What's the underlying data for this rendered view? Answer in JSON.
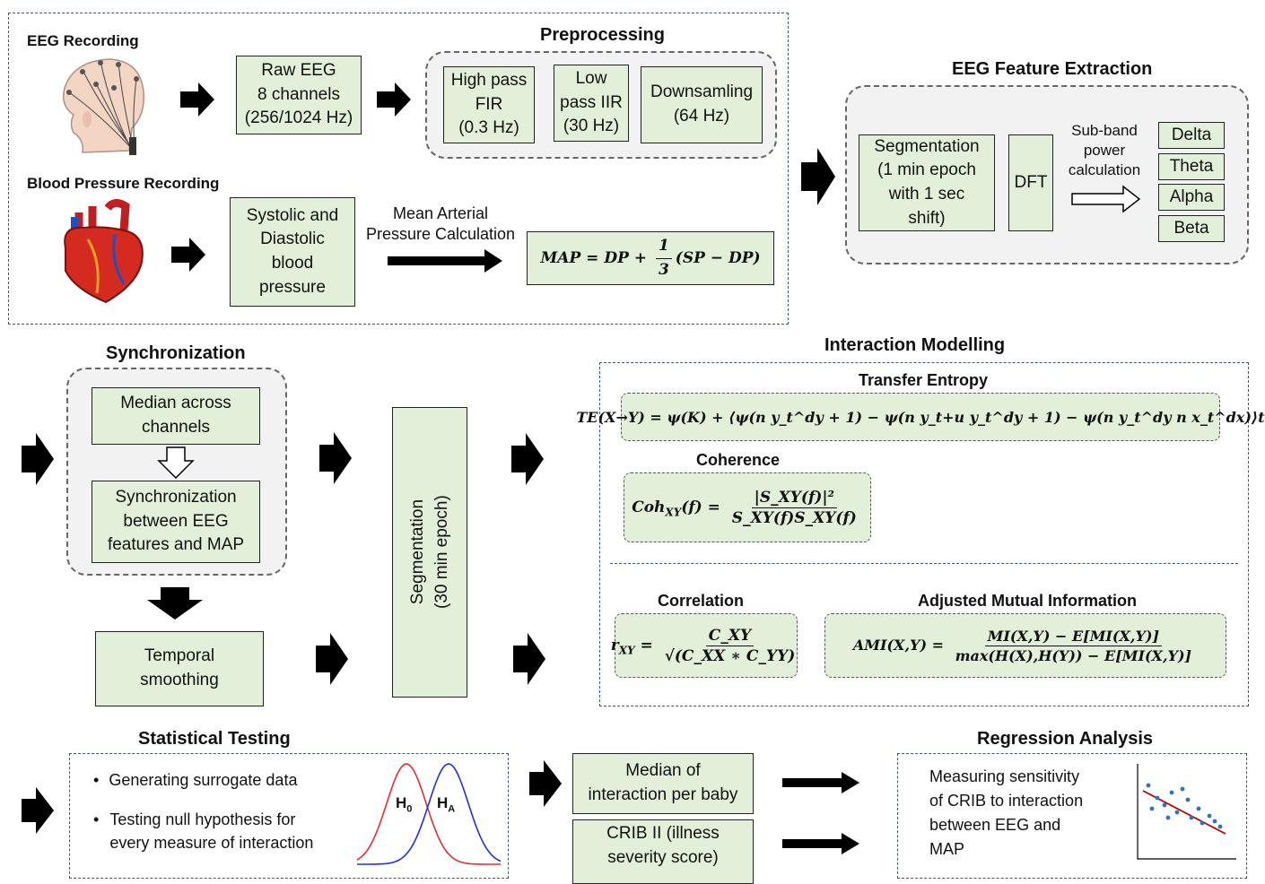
{
  "top": {
    "eeg_recording": "EEG Recording",
    "bp_recording": "Blood Pressure Recording",
    "raw_eeg": "Raw EEG\n8 channels\n(256/1024 Hz)",
    "preprocessing": "Preprocessing",
    "high_pass": "High pass\nFIR\n(0.3 Hz)",
    "low_pass": "Low\npass IIR\n(30 Hz)",
    "downsampling": "Downsamling\n(64 Hz)",
    "systolic": "Systolic and\nDiastolic\nblood\npressure",
    "map_calc": "Mean Arterial\nPressure Calculation",
    "map_formula_lhs": "MAP = DP + ",
    "map_formula_num": "1",
    "map_formula_den": "3",
    "map_formula_rhs": "(SP − DP)"
  },
  "feature": {
    "title": "EEG Feature Extraction",
    "segmentation": "Segmentation\n(1 min epoch\nwith 1 sec\nshift)",
    "dft": "DFT",
    "subband": "Sub-band\npower\ncalculation",
    "bands": [
      "Delta",
      "Theta",
      "Alpha",
      "Beta"
    ]
  },
  "sync": {
    "title": "Synchronization",
    "median": "Median across\nchannels",
    "sync_box": "Synchronization\nbetween EEG\nfeatures and MAP",
    "smoothing": "Temporal\nsmoothing",
    "segmentation30": "Segmentation\n(30 min epoch)"
  },
  "interaction": {
    "title": "Interaction Modelling",
    "transfer_entropy": "Transfer Entropy",
    "te_formula": "TE(X→Y) = ψ(K) + ⟨ψ(n y_t^dy + 1) − ψ(n y_t+u y_t^dy + 1) − ψ(n y_t^dy n x_t^dx)⟩t",
    "coherence": "Coherence",
    "coh_lhs": "Coh",
    "coh_sub": "XY",
    "coh_arg": "(f) = ",
    "coh_num": "|S_XY(f)|²",
    "coh_den": "S_XY(f)S_XY(f)",
    "correlation": "Correlation",
    "corr_lhs": "r",
    "corr_sub": "XY",
    "corr_num": "C_XY",
    "corr_den": "√(C_XX ∗ C_YY)",
    "ami": "Adjusted Mutual Information",
    "ami_lhs": "AMI(X,Y) = ",
    "ami_num": "MI(X,Y) − E[MI(X,Y)]",
    "ami_den": "max(H(X),H(Y)) − E[MI(X,Y)]"
  },
  "stats": {
    "title": "Statistical Testing",
    "bullets": [
      "Generating surrogate data",
      "Testing null hypothesis for\nevery measure of interaction"
    ],
    "h0": "H",
    "h0_sub": "0",
    "ha": "H",
    "ha_sub": "A",
    "h0_color": "#e03030",
    "ha_color": "#2030e0"
  },
  "regression": {
    "median_interaction": "Median of\ninteraction per baby",
    "crib": "CRIB II (illness\nseverity score)",
    "title": "Regression Analysis",
    "text": "Measuring sensitivity\nof CRIB to interaction\nbetween EEG and\nMAP",
    "line_color": "#c00000",
    "point_color": "#2e75b6"
  }
}
